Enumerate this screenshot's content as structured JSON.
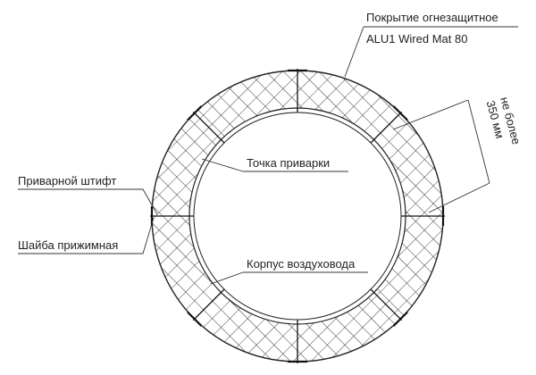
{
  "labels": {
    "coating_line1": "Покрытие огнезащитное",
    "coating_line2": "ALU1 Wired Mat 80",
    "dimension_line1": "не более",
    "dimension_line2": "350 мм",
    "weld_point": "Точка приварки",
    "weld_pin": "Приварной штифт",
    "washer": "Шайба прижимная",
    "duct_body": "Корпус воздуховода"
  }
}
